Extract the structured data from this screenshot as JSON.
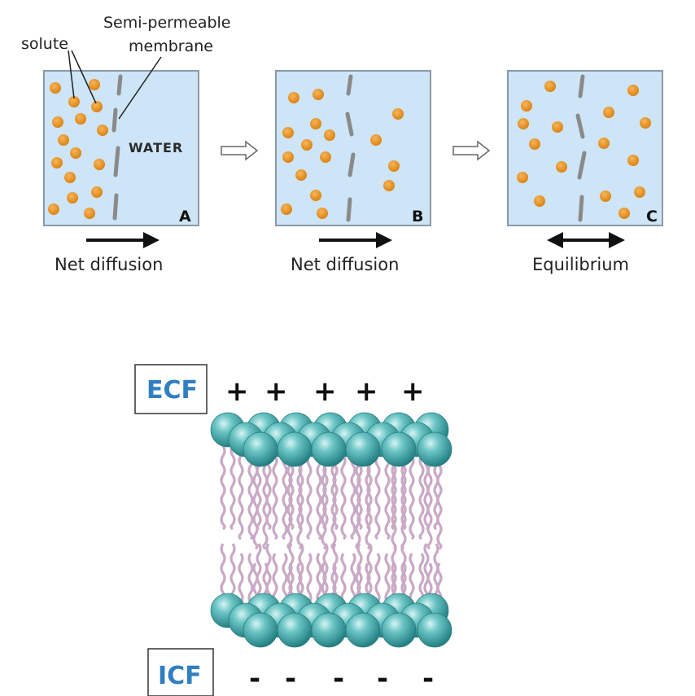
{
  "labels": {
    "solute": "solute",
    "membrane_line1": "Semi-permeable",
    "membrane_line2": "membrane",
    "water": "WATER"
  },
  "panels": [
    {
      "letter": "A",
      "caption": "Net diffusion"
    },
    {
      "letter": "B",
      "caption": "Net diffusion"
    },
    {
      "letter": "C",
      "caption": "Equilibrium"
    }
  ],
  "membrane_diagram": {
    "outer_label": "ECF",
    "inner_label": "ICF",
    "outer_signs": [
      "+",
      "+",
      "+",
      "+",
      "+"
    ],
    "inner_signs": [
      "-",
      "-",
      "-",
      "-",
      "-"
    ]
  },
  "colors": {
    "panel_fill": "#cde5f7",
    "solute": "#e8901a",
    "membrane_segment": "#8a8a8a",
    "head": "#4fb3b3",
    "tail": "#c9a9c5",
    "fluid_label": "#2f7fc1"
  }
}
